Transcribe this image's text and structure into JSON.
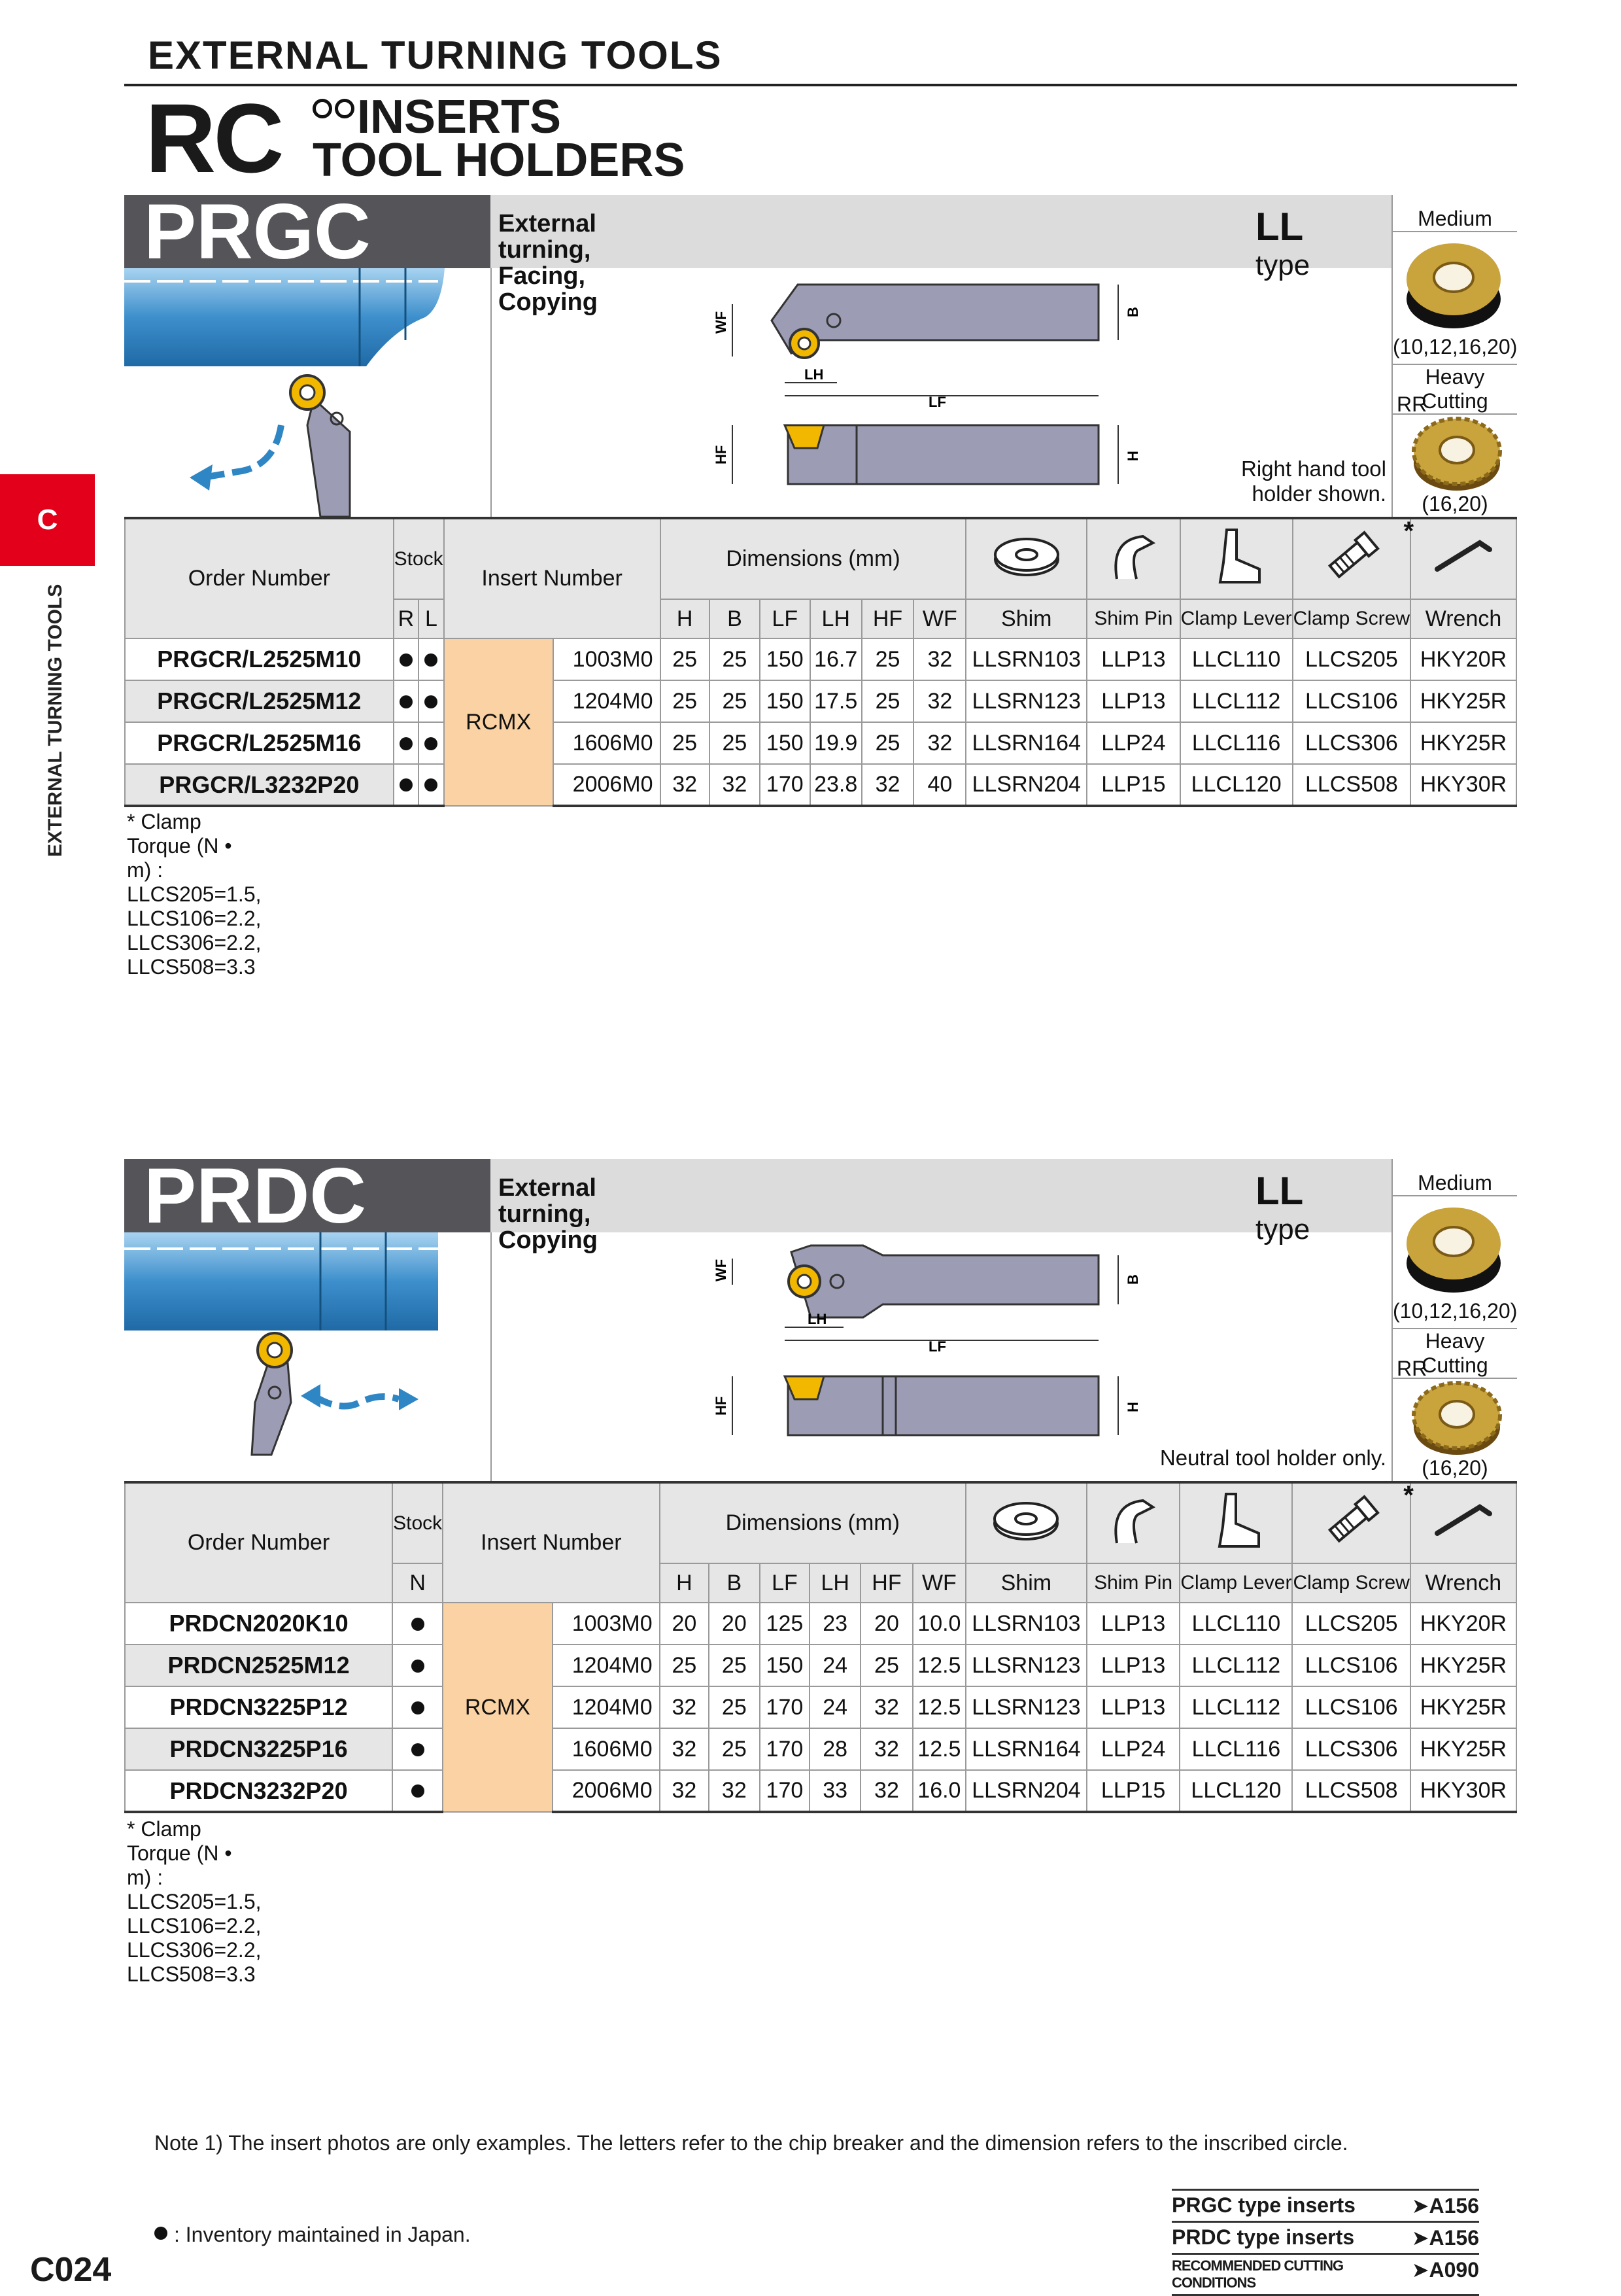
{
  "header": {
    "title": "EXTERNAL TURNING TOOLS",
    "rc": "RC",
    "inserts": "INSERTS",
    "holders": "TOOL HOLDERS"
  },
  "side_tab": {
    "letter": "C",
    "text": "EXTERNAL TURNING TOOLS"
  },
  "sections": [
    {
      "code": "PRGC",
      "desc_line1": "External turning,",
      "desc_line2": "Facing, Copying",
      "type_bold": "LL",
      "type_word": "type",
      "medium": "Medium",
      "medium_sizes": "(10,12,16,20)",
      "heavy": "Heavy Cutting",
      "heavy_code": "RR",
      "heavy_sizes": "(16,20)",
      "note": [
        "Right hand tool",
        "holder shown."
      ],
      "dim_labels": {
        "wf": "WF",
        "b": "B",
        "lh": "LH",
        "lf": "LF",
        "hf": "HF",
        "h": "H"
      },
      "table": {
        "order_number": "Order Number",
        "stock": "Stock",
        "stock_cols": [
          "R",
          "L"
        ],
        "insert_number": "Insert Number",
        "dimensions": "Dimensions (mm)",
        "dim_cols": [
          "H",
          "B",
          "LF",
          "LH",
          "HF",
          "WF"
        ],
        "parts": [
          "Shim",
          "Shim Pin",
          "Clamp Lever",
          "Clamp Screw",
          "Wrench"
        ],
        "asterisk": "*",
        "insert_group": "RCMX",
        "rows": [
          {
            "order": "PRGCR/L2525M10",
            "insert": "1003M0",
            "dims": [
              "25",
              "25",
              "150",
              "16.7",
              "25",
              "32"
            ],
            "parts": [
              "LLSRN103",
              "LLP13",
              "LLCL110",
              "LLCS205",
              "HKY20R"
            ]
          },
          {
            "order": "PRGCR/L2525M12",
            "insert": "1204M0",
            "dims": [
              "25",
              "25",
              "150",
              "17.5",
              "25",
              "32"
            ],
            "parts": [
              "LLSRN123",
              "LLP13",
              "LLCL112",
              "LLCS106",
              "HKY25R"
            ]
          },
          {
            "order": "PRGCR/L2525M16",
            "insert": "1606M0",
            "dims": [
              "25",
              "25",
              "150",
              "19.9",
              "25",
              "32"
            ],
            "parts": [
              "LLSRN164",
              "LLP24",
              "LLCL116",
              "LLCS306",
              "HKY25R"
            ]
          },
          {
            "order": "PRGCR/L3232P20",
            "insert": "2006M0",
            "dims": [
              "32",
              "32",
              "170",
              "23.8",
              "32",
              "40"
            ],
            "parts": [
              "LLSRN204",
              "LLP15",
              "LLCL120",
              "LLCS508",
              "HKY30R"
            ]
          }
        ]
      },
      "torque": "* Clamp Torque (N • m) : LLCS205=1.5, LLCS106=2.2, LLCS306=2.2, LLCS508=3.3"
    },
    {
      "code": "PRDC",
      "desc_line1": "External turning,",
      "desc_line2": "Copying",
      "type_bold": "LL",
      "type_word": "type",
      "medium": "Medium",
      "medium_sizes": "(10,12,16,20)",
      "heavy": "Heavy Cutting",
      "heavy_code": "RR",
      "heavy_sizes": "(16,20)",
      "note": [
        "Neutral tool holder only."
      ],
      "dim_labels": {
        "wf": "WF",
        "b": "B",
        "lh": "LH",
        "lf": "LF",
        "hf": "HF",
        "h": "H"
      },
      "table": {
        "order_number": "Order Number",
        "stock": "Stock",
        "stock_cols": [
          "N"
        ],
        "insert_number": "Insert Number",
        "dimensions": "Dimensions (mm)",
        "dim_cols": [
          "H",
          "B",
          "LF",
          "LH",
          "HF",
          "WF"
        ],
        "parts": [
          "Shim",
          "Shim Pin",
          "Clamp Lever",
          "Clamp Screw",
          "Wrench"
        ],
        "asterisk": "*",
        "insert_group": "RCMX",
        "rows": [
          {
            "order": "PRDCN2020K10",
            "insert": "1003M0",
            "dims": [
              "20",
              "20",
              "125",
              "23",
              "20",
              "10.0"
            ],
            "parts": [
              "LLSRN103",
              "LLP13",
              "LLCL110",
              "LLCS205",
              "HKY20R"
            ]
          },
          {
            "order": "PRDCN2525M12",
            "insert": "1204M0",
            "dims": [
              "25",
              "25",
              "150",
              "24",
              "25",
              "12.5"
            ],
            "parts": [
              "LLSRN123",
              "LLP13",
              "LLCL112",
              "LLCS106",
              "HKY25R"
            ]
          },
          {
            "order": "PRDCN3225P12",
            "insert": "1204M0",
            "dims": [
              "32",
              "25",
              "170",
              "24",
              "32",
              "12.5"
            ],
            "parts": [
              "LLSRN123",
              "LLP13",
              "LLCL112",
              "LLCS106",
              "HKY25R"
            ]
          },
          {
            "order": "PRDCN3225P16",
            "insert": "1606M0",
            "dims": [
              "32",
              "25",
              "170",
              "28",
              "32",
              "12.5"
            ],
            "parts": [
              "LLSRN164",
              "LLP24",
              "LLCL116",
              "LLCS306",
              "HKY25R"
            ]
          },
          {
            "order": "PRDCN3232P20",
            "insert": "2006M0",
            "dims": [
              "32",
              "32",
              "170",
              "33",
              "32",
              "16.0"
            ],
            "parts": [
              "LLSRN204",
              "LLP15",
              "LLCL120",
              "LLCS508",
              "HKY30R"
            ]
          }
        ]
      },
      "torque": "* Clamp Torque (N • m) : LLCS205=1.5, LLCS106=2.2, LLCS306=2.2, LLCS508=3.3"
    }
  ],
  "footer": {
    "note": "Note 1) The insert photos are only examples. The letters refer to the chip breaker and the dimension refers to the inscribed circle.",
    "inventory": ": Inventory maintained in Japan.",
    "page_number": "C024",
    "refs": [
      {
        "label": "PRGC type inserts",
        "page": "A156"
      },
      {
        "label": "PRDC type inserts",
        "page": "A156"
      },
      {
        "label": "RECOMMENDED CUTTING CONDITIONS",
        "page": "A090"
      }
    ]
  },
  "colors": {
    "accent_red": "#e3001b",
    "title_gray": "#555559",
    "band_gray": "#dcdcdc",
    "insert_orange": "#fbd2a4",
    "holder_blue": "#2f86c4",
    "tool_purple": "#9c9cb4",
    "insert_gold": "#c9a33b"
  }
}
